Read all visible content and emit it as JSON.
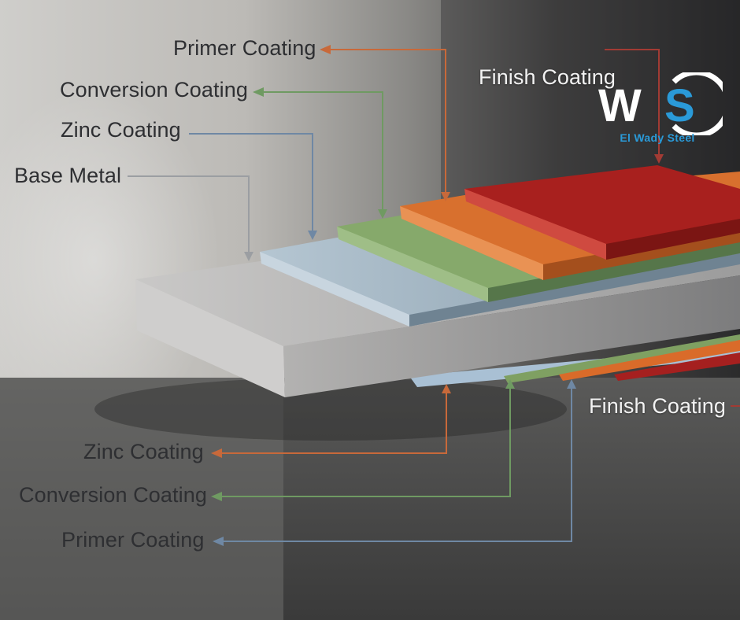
{
  "top_labels": {
    "primer": "Primer Coating",
    "conversion": "Conversion Coating",
    "zinc": "Zinc Coating",
    "base": "Base Metal",
    "finish": "Finish Coating"
  },
  "bottom_labels": {
    "zinc": "Zinc Coating",
    "conversion": "Conversion Coating",
    "primer": "Primer Coating",
    "finish": "Finish Coating"
  },
  "logo": {
    "mark": "WS",
    "tagline": "El Wady Steel",
    "color": "#2a9ad8"
  },
  "colors": {
    "finish": "#a5201f",
    "primer": "#d96b2a",
    "conversion": "#7fa062",
    "zinc": "#9db0be",
    "base": "#b9b9b8",
    "arrow_orange": "#c8693a",
    "arrow_green": "#6f9a62",
    "arrow_blue": "#6f88a4",
    "arrow_red": "#a23b34"
  }
}
